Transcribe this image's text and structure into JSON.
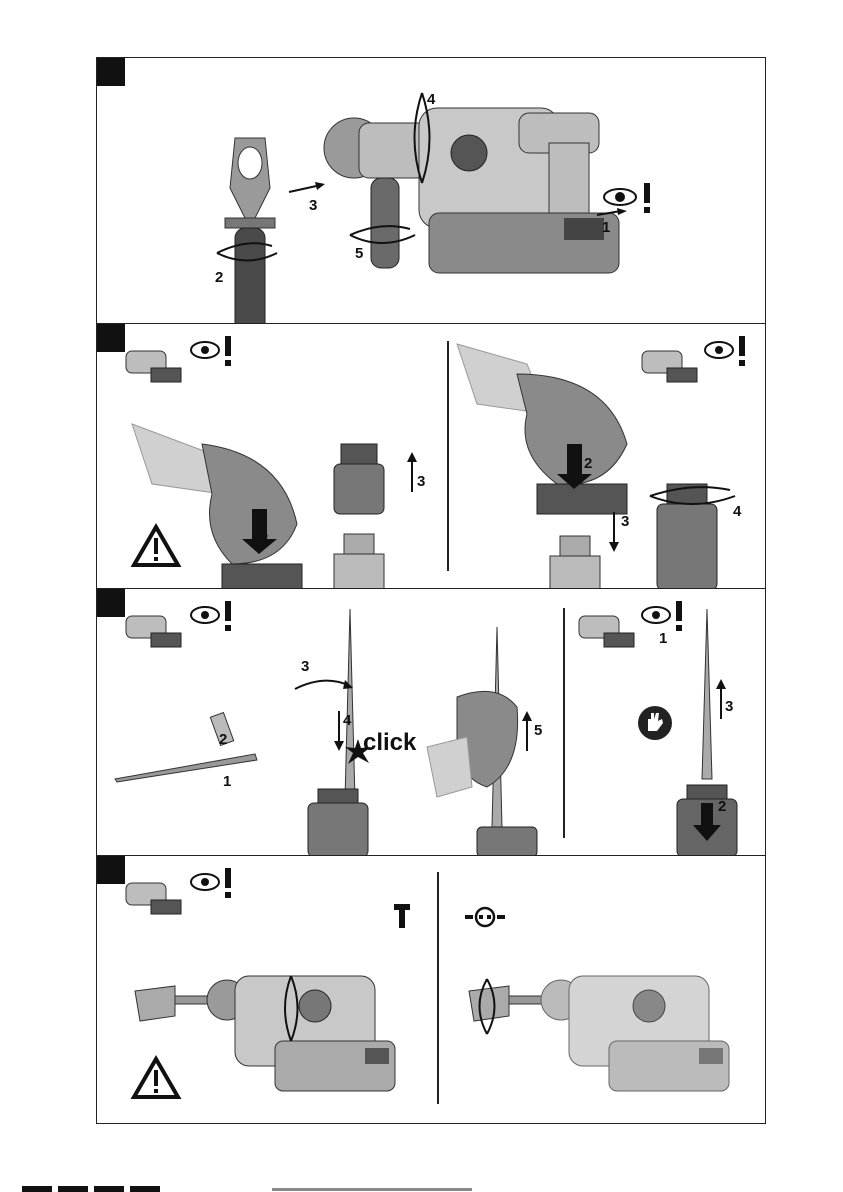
{
  "panels": [
    {
      "id": 1,
      "step_labels": [
        "4",
        "3",
        "1",
        "2",
        "5"
      ]
    },
    {
      "id": 2,
      "step_labels": [
        "3",
        "2",
        "2",
        "3",
        "4"
      ]
    },
    {
      "id": 3,
      "step_labels": [
        "3",
        "4",
        "2",
        "1",
        "5",
        "1",
        "3",
        "2"
      ],
      "click_text": "click"
    },
    {
      "id": 4
    }
  ],
  "icons": [
    "eye-icon",
    "warning-icon",
    "glove-icon",
    "hammer-mode-icon",
    "rotation-lock-icon",
    "drill-icon",
    "arrow-icon"
  ],
  "colors": {
    "frame": "#222222",
    "corner": "#111111",
    "drill_body": "#bdbdbd",
    "battery": "#555555"
  }
}
